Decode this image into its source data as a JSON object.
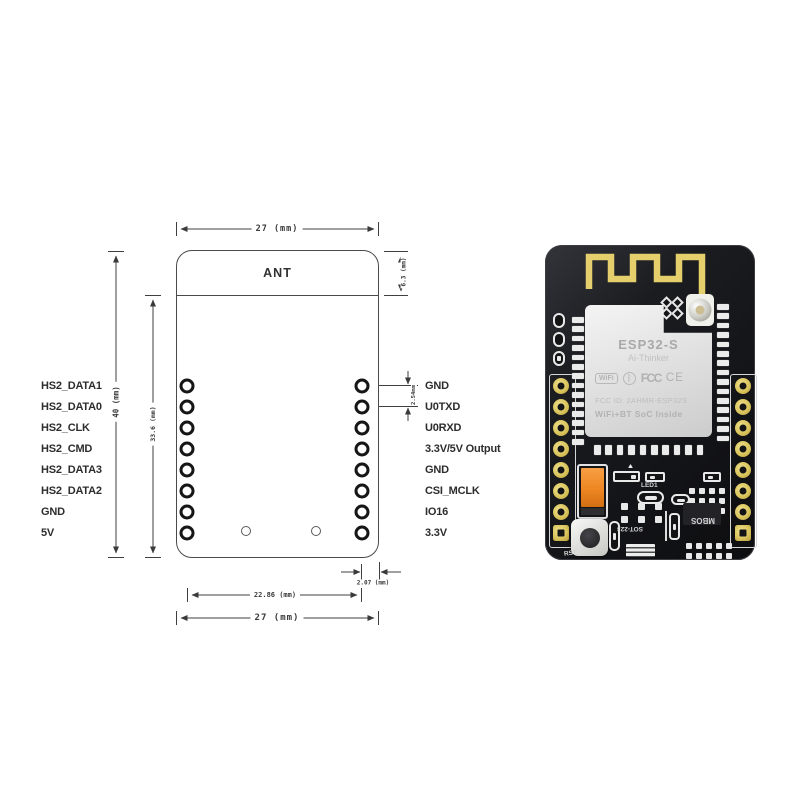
{
  "diagram": {
    "ant": "ANT",
    "dims": {
      "top_width": "27 (mm)",
      "ant_height": "6.3 (mm)",
      "outer_height": "40 (mm)",
      "inner_height": "33.6 (mm)",
      "pin_pitch": "2.54mm",
      "edge_offset": "2.07 (mm)",
      "pin_span": "22.86 (mm)",
      "bottom_width": "27 (mm)"
    },
    "left_pins": [
      "HS2_DATA1",
      "HS2_DATA0",
      "HS2_CLK",
      "HS2_CMD",
      "HS2_DATA3",
      "HS2_DATA2",
      "GND",
      "5V"
    ],
    "right_pins": [
      "GND",
      "U0TXD",
      "U0RXD",
      "3.3V/5V Output",
      "GND",
      "CSI_MCLK",
      "IO16",
      "3.3V"
    ]
  },
  "board": {
    "shield": {
      "model": "ESP32-S",
      "brand": "Ai-Thinker",
      "cert_wifi": "WiFi",
      "cert_bt": "ᛒ",
      "cert_fcc": "FCC",
      "cert_ce": "CE",
      "fcc_id": "FCC ID: 2AHMR-ESP32S",
      "soc": "WiFi+BT SoC Inside"
    },
    "silk": {
      "led": "LED1",
      "rst": "RST",
      "regulator": "SOT-223",
      "ic": "MBOS"
    },
    "colors": {
      "pcb": "#17181a",
      "antenna": "#e5cf6d",
      "pad_gold": "#d9c45c",
      "cap_orange": "#ee8622",
      "shield": "#e6e6e6"
    }
  }
}
